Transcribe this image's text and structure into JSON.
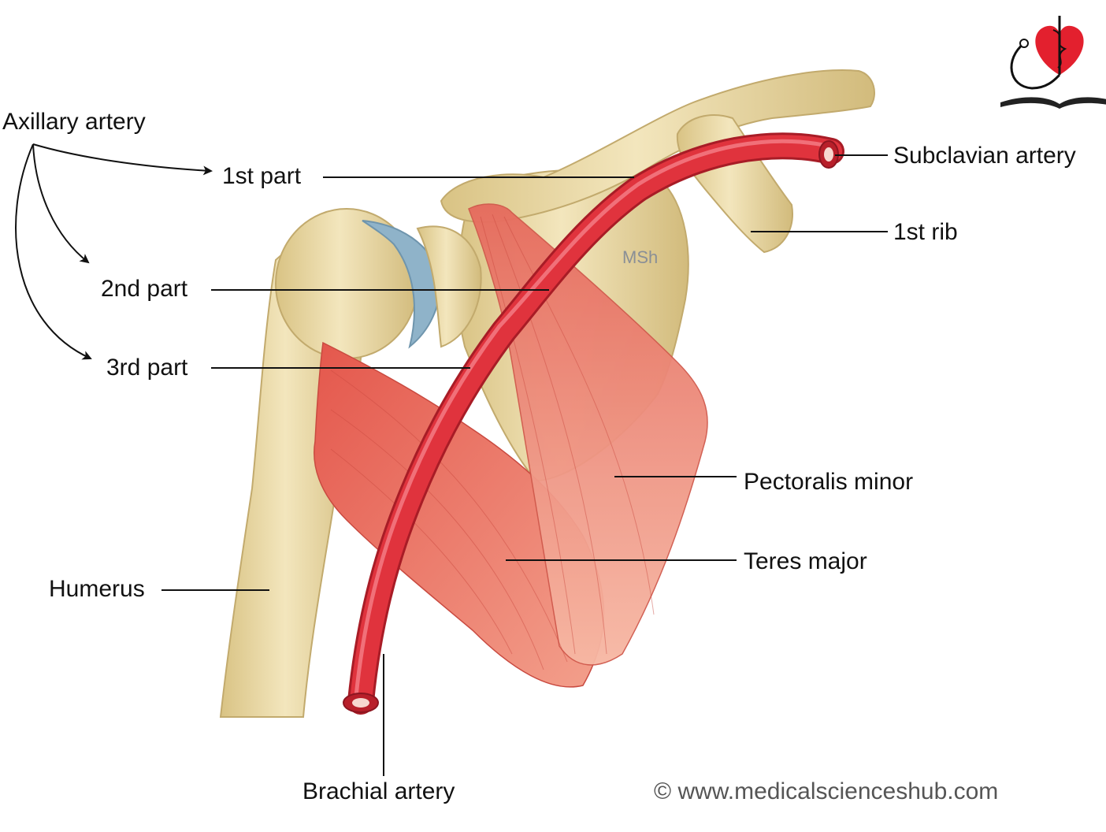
{
  "labels": {
    "axillary_artery": "Axillary artery",
    "first_part": "1st part",
    "second_part": "2nd part",
    "third_part": "3rd part",
    "subclavian_artery": "Subclavian artery",
    "first_rib": "1st rib",
    "pectoralis_minor": "Pectoralis minor",
    "teres_major": "Teres major",
    "humerus": "Humerus",
    "brachial_artery": "Brachial artery"
  },
  "watermark": "MSh",
  "copyright": "© www.medicalscienceshub.com",
  "colors": {
    "bone": "#eedfae",
    "bone_shadow": "#c9b27a",
    "artery": "#e0333d",
    "artery_dark": "#b8202b",
    "muscle": "#e86a5c",
    "muscle_light": "#f4a38e",
    "cartilage": "#8fb3c9",
    "logo_heart": "#e3202e"
  }
}
